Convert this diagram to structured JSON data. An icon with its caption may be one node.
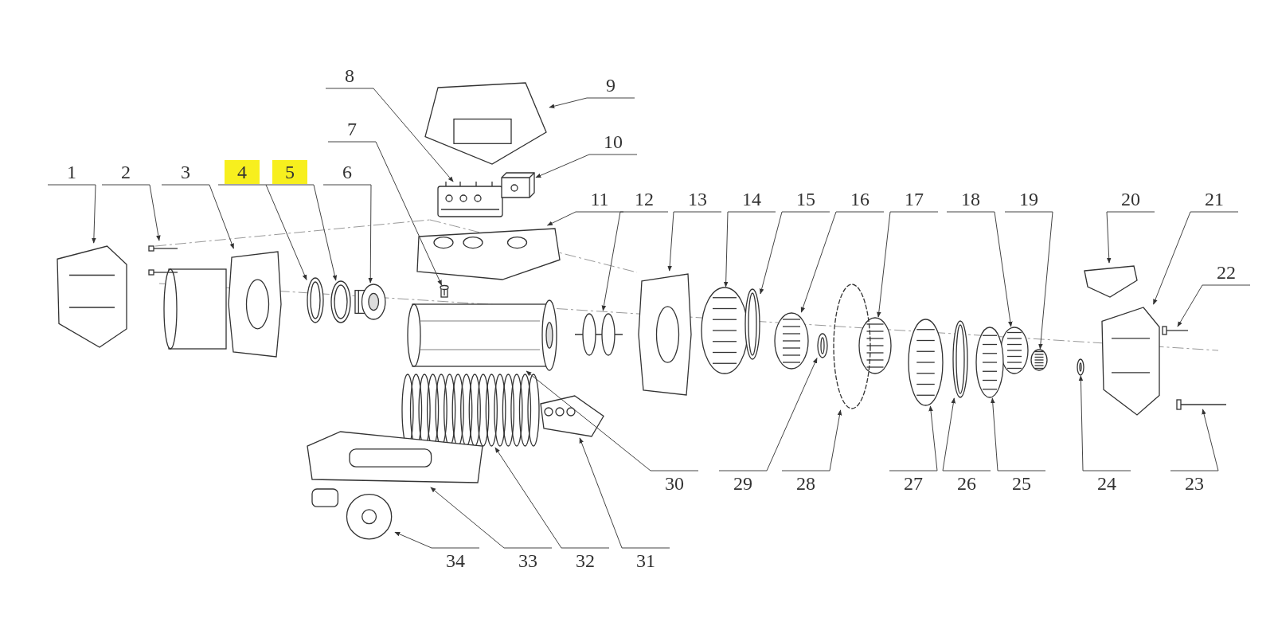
{
  "diagram": {
    "nodes": [
      {
        "text": [
          "1"
        ]
      },
      {
        "text": [
          "2"
        ]
      },
      {
        "text": [
          "3"
        ]
      },
      {
        "text": [
          "4"
        ]
      },
      {
        "text": [
          "5"
        ]
      },
      {
        "text": [
          "6"
        ]
      },
      {
        "text": [
          "7"
        ]
      },
      {
        "text": [
          "8"
        ]
      },
      {
        "text": [
          "9"
        ]
      },
      {
        "text": [
          "10"
        ]
      },
      {
        "text": [
          "11"
        ]
      },
      {
        "text": [
          "12"
        ]
      },
      {
        "text": [
          "13"
        ]
      },
      {
        "text": [
          "14"
        ]
      },
      {
        "text": [
          "15"
        ]
      },
      {
        "text": [
          "16"
        ]
      },
      {
        "text": [
          "17"
        ]
      },
      {
        "text": [
          "18"
        ]
      },
      {
        "text": [
          "19"
        ]
      },
      {
        "text": [
          "20"
        ]
      },
      {
        "text": [
          "21"
        ]
      },
      {
        "text": [
          "22"
        ]
      },
      {
        "text": [
          "23"
        ]
      },
      {
        "text": [
          "24"
        ]
      },
      {
        "text": [
          "25"
        ]
      },
      {
        "text": [
          "26"
        ]
      },
      {
        "text": [
          "27"
        ]
      },
      {
        "text": [
          "28"
        ]
      },
      {
        "text": [
          "29"
        ]
      },
      {
        "text": [
          "30"
        ]
      },
      {
        "text": [
          "31"
        ]
      },
      {
        "text": [
          "32"
        ]
      },
      {
        "text": [
          "33"
        ]
      },
      {
        "text": [
          "34"
        ]
      },
      {
        "text": [],
        "shape": "picture"
      },
      {
        "text": [],
        "shape": "picture"
      },
      {
        "text": [],
        "shape": "picture"
      },
      {
        "text": [],
        "shape": "picture"
      },
      {
        "text": [],
        "shape": "picture"
      },
      {
        "text": [],
        "shape": "picture"
      },
      {
        "text": [],
        "shape": "picture"
      },
      {
        "text": [],
        "shape": "picture"
      },
      {
        "text": [],
        "shape": "picture"
      },
      {
        "text": [],
        "shape": "picture"
      },
      {
        "text": [],
        "shape": "picture"
      },
      {
        "text": [],
        "shape": "picture"
      },
      {
        "text": [],
        "shape": "picture"
      },
      {
        "text": [],
        "shape": "picture"
      },
      {
        "text": [],
        "shape": "picture"
      },
      {
        "text": [],
        "shape": "picture"
      },
      {
        "text": [],
        "shape": "picture"
      },
      {
        "text": [],
        "shape": "picture"
      },
      {
        "text": [],
        "shape": "picture"
      },
      {
        "text": [],
        "shape": "picture"
      },
      {
        "text": [],
        "shape": "picture"
      },
      {
        "text": [],
        "shape": "picture"
      },
      {
        "text": [],
        "shape": "picture"
      },
      {
        "text": [],
        "shape": "picture"
      },
      {
        "text": [],
        "shape": "picture"
      },
      {
        "text": [],
        "shape": "picture"
      },
      {
        "text": [],
        "shape": "picture"
      },
      {
        "text": [],
        "shape": "picture"
      },
      {
        "text": [],
        "shape": "picture"
      },
      {
        "text": [],
        "shape": "picture"
      },
      {
        "text": [],
        "shape": "picture"
      },
      {
        "text": [],
        "shape": "picture"
      },
      {
        "text": [],
        "shape": "picture"
      },
      {
        "text": [],
        "shape": "picture"
      }
    ],
    "edges": [
      {
        "from": 0,
        "to": 34,
        "arrow": "to"
      },
      {
        "from": 1,
        "to": 35,
        "arrow": "to"
      },
      {
        "from": 2,
        "to": 36,
        "arrow": "to"
      },
      {
        "from": 3,
        "to": 37,
        "arrow": "to"
      },
      {
        "from": 4,
        "to": 38,
        "arrow": "to"
      },
      {
        "from": 5,
        "to": 39,
        "arrow": "to"
      },
      {
        "from": 6,
        "to": 40,
        "arrow": "to"
      },
      {
        "from": 7,
        "to": 41,
        "arrow": "to"
      },
      {
        "from": 8,
        "to": 42,
        "arrow": "to"
      },
      {
        "from": 9,
        "to": 43,
        "arrow": "to"
      },
      {
        "from": 10,
        "to": 44,
        "arrow": "to"
      },
      {
        "from": 11,
        "to": 45,
        "arrow": "to"
      },
      {
        "from": 12,
        "to": 46,
        "arrow": "to"
      },
      {
        "from": 13,
        "to": 47,
        "arrow": "to"
      },
      {
        "from": 14,
        "to": 48,
        "arrow": "to"
      },
      {
        "from": 15,
        "to": 49,
        "arrow": "to"
      },
      {
        "from": 16,
        "to": 50,
        "arrow": "to"
      },
      {
        "from": 17,
        "to": 51,
        "arrow": "to"
      },
      {
        "from": 18,
        "to": 52,
        "arrow": "to"
      },
      {
        "from": 19,
        "to": 53,
        "arrow": "to"
      },
      {
        "from": 20,
        "to": 54,
        "arrow": "to"
      },
      {
        "from": 21,
        "to": 55,
        "arrow": "to"
      },
      {
        "from": 22,
        "to": 56,
        "arrow": "to"
      },
      {
        "from": 23,
        "to": 57,
        "arrow": "to"
      },
      {
        "from": 24,
        "to": 58,
        "arrow": "to"
      },
      {
        "from": 25,
        "to": 59,
        "arrow": "to"
      },
      {
        "from": 26,
        "to": 60,
        "arrow": "to"
      },
      {
        "from": 27,
        "to": 61,
        "arrow": "to"
      },
      {
        "from": 28,
        "to": 62,
        "arrow": "to"
      },
      {
        "from": 29,
        "to": 63,
        "arrow": "to"
      },
      {
        "from": 30,
        "to": 64,
        "arrow": "to"
      },
      {
        "from": 31,
        "to": 65,
        "arrow": "to"
      },
      {
        "from": 32,
        "to": 66,
        "arrow": "to"
      },
      {
        "from": 33,
        "to": 67,
        "arrow": "to"
      }
    ]
  }
}
